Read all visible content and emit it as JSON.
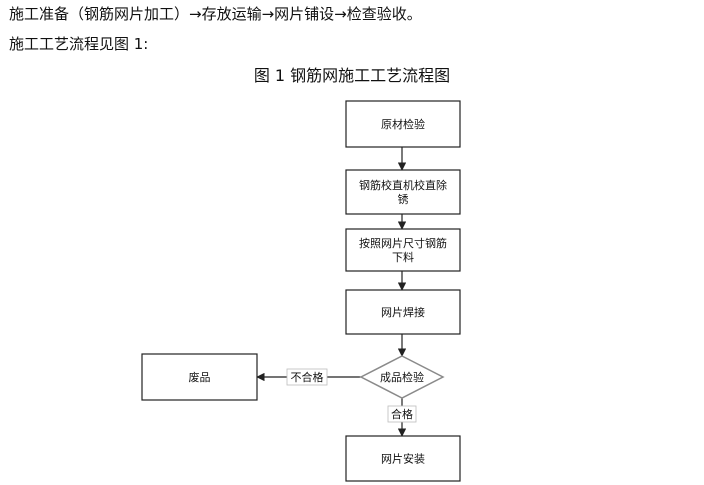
{
  "text": {
    "para1": "施工准备（钢筋网片加工）→存放运输→网片铺设→检查验收。",
    "para2": "施工工艺流程见图  1:",
    "figure_caption": "图 1  钢筋网施工工艺流程图"
  },
  "flowchart": {
    "nodes": [
      {
        "id": "n1",
        "lines": [
          "原材检验"
        ]
      },
      {
        "id": "n2",
        "lines": [
          "钢筋校直机校直除",
          "锈"
        ]
      },
      {
        "id": "n3",
        "lines": [
          "按照网片尺寸钢筋",
          "下料"
        ]
      },
      {
        "id": "n4",
        "lines": [
          "网片焊接"
        ]
      },
      {
        "id": "n5",
        "lines": [
          "成品检验"
        ]
      },
      {
        "id": "n6",
        "lines": [
          "废品"
        ]
      },
      {
        "id": "n7",
        "lines": [
          "网片安装"
        ]
      }
    ],
    "edges": [
      {
        "from": "n1",
        "to": "n2",
        "label": ""
      },
      {
        "from": "n2",
        "to": "n3",
        "label": ""
      },
      {
        "from": "n3",
        "to": "n4",
        "label": ""
      },
      {
        "from": "n4",
        "to": "n5",
        "label": ""
      },
      {
        "from": "n5",
        "to": "n6",
        "label": "不合格"
      },
      {
        "from": "n5",
        "to": "n7",
        "label": "合格"
      }
    ]
  }
}
